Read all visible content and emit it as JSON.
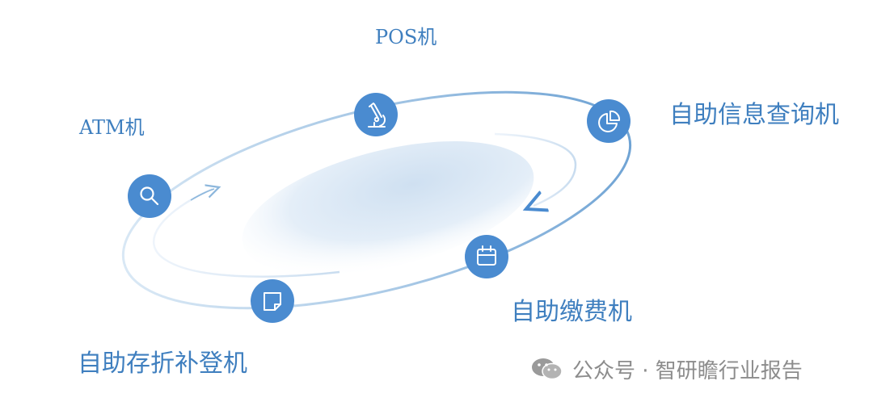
{
  "nodes": [
    {
      "id": "pos",
      "label": "POS机",
      "icon": "microscope-icon"
    },
    {
      "id": "atm",
      "label": "ATM机",
      "icon": "search-icon"
    },
    {
      "id": "info",
      "label": "自助信息查询机",
      "icon": "pie-chart-icon"
    },
    {
      "id": "fee",
      "label": "自助缴费机",
      "icon": "calendar-icon"
    },
    {
      "id": "dep",
      "label": "自助存折补登机",
      "icon": "note-icon"
    }
  ],
  "watermark": {
    "text": "公众号 · 智研瞻行业报告",
    "icon": "wechat-icon"
  },
  "colors": {
    "accent": "#4a8bd0",
    "label": "#3f7fbf",
    "ring": "#8db7dc",
    "watermark": "#8c8c8c"
  }
}
